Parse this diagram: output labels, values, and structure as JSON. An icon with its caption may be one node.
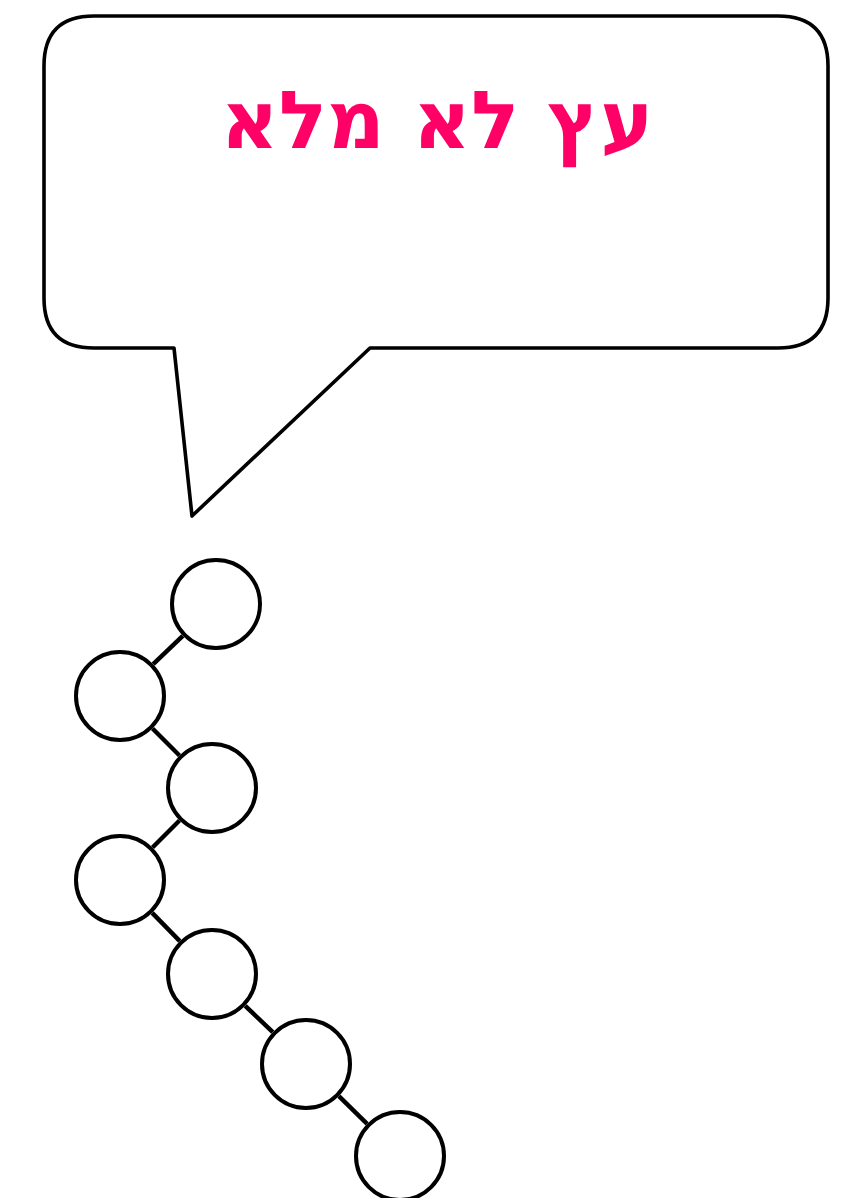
{
  "diagram": {
    "nodes": [
      {
        "text": [
          "עץ לא מלא"
        ]
      },
      {
        "text": [],
        "shape": "circle"
      },
      {
        "text": [],
        "shape": "circle"
      },
      {
        "text": [],
        "shape": "circle"
      },
      {
        "text": [],
        "shape": "circle"
      },
      {
        "text": [],
        "shape": "circle"
      },
      {
        "text": [],
        "shape": "circle"
      },
      {
        "text": [],
        "shape": "circle"
      }
    ],
    "edges": [
      {
        "from": 1,
        "to": 2,
        "arrow": "none"
      },
      {
        "from": 2,
        "to": 3,
        "arrow": "none"
      },
      {
        "from": 3,
        "to": 4,
        "arrow": "none"
      },
      {
        "from": 4,
        "to": 5,
        "arrow": "none"
      },
      {
        "from": 5,
        "to": 6,
        "arrow": "none"
      },
      {
        "from": 6,
        "to": 7,
        "arrow": "none"
      }
    ]
  }
}
